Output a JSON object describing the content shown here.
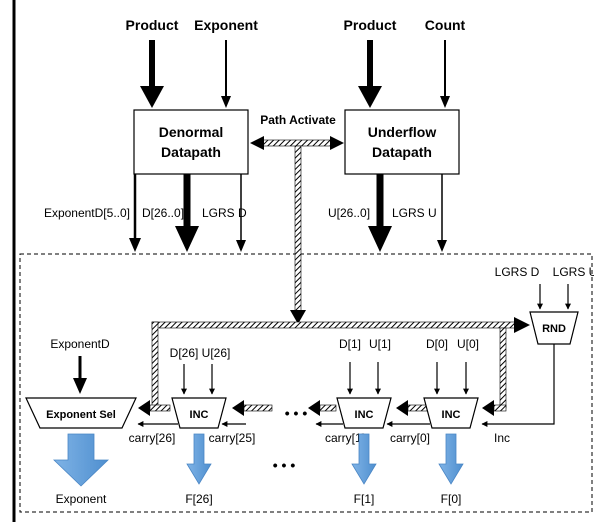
{
  "inputs": {
    "product_left": "Product",
    "exponent": "Exponent",
    "product_right": "Product",
    "count": "Count"
  },
  "blocks": {
    "denormal_line1": "Denormal",
    "denormal_line2": "Datapath",
    "underflow_line1": "Underflow",
    "underflow_line2": "Datapath",
    "path_activate": "Path Activate"
  },
  "buses": {
    "exponent_d_bus": "ExponentD[5..0]",
    "d_bus": "D[26..0]",
    "lgrs_d": "LGRS D",
    "u_bus": "U[26..0]",
    "lgrs_u": "LGRS U"
  },
  "rounding": {
    "unit": "RND",
    "in_lgrs_d": "LGRS D",
    "in_lgrs_u": "LGRS U",
    "inc": "Inc"
  },
  "exponent_select": {
    "unit": "Exponent Sel",
    "input": "ExponentD",
    "output": "Exponent"
  },
  "incrementers": [
    {
      "unit": "INC",
      "d_in": "D[26]",
      "u_in": "U[26]",
      "carry_in": "carry[25]",
      "carry_out": "carry[26]",
      "output": "F[26]"
    },
    {
      "unit": "INC",
      "d_in": "D[1]",
      "u_in": "U[1]",
      "carry_in": "carry[0]",
      "carry_out": "carry[1]",
      "output": "F[1]"
    },
    {
      "unit": "INC",
      "d_in": "D[0]",
      "u_in": "U[0]",
      "carry_in": "Inc",
      "carry_out": "carry[0]",
      "output": "F[0]"
    }
  ],
  "ellipsis": "• • •",
  "colors": {
    "output_arrow": "#5b9bd5",
    "stroke": "#000000"
  }
}
